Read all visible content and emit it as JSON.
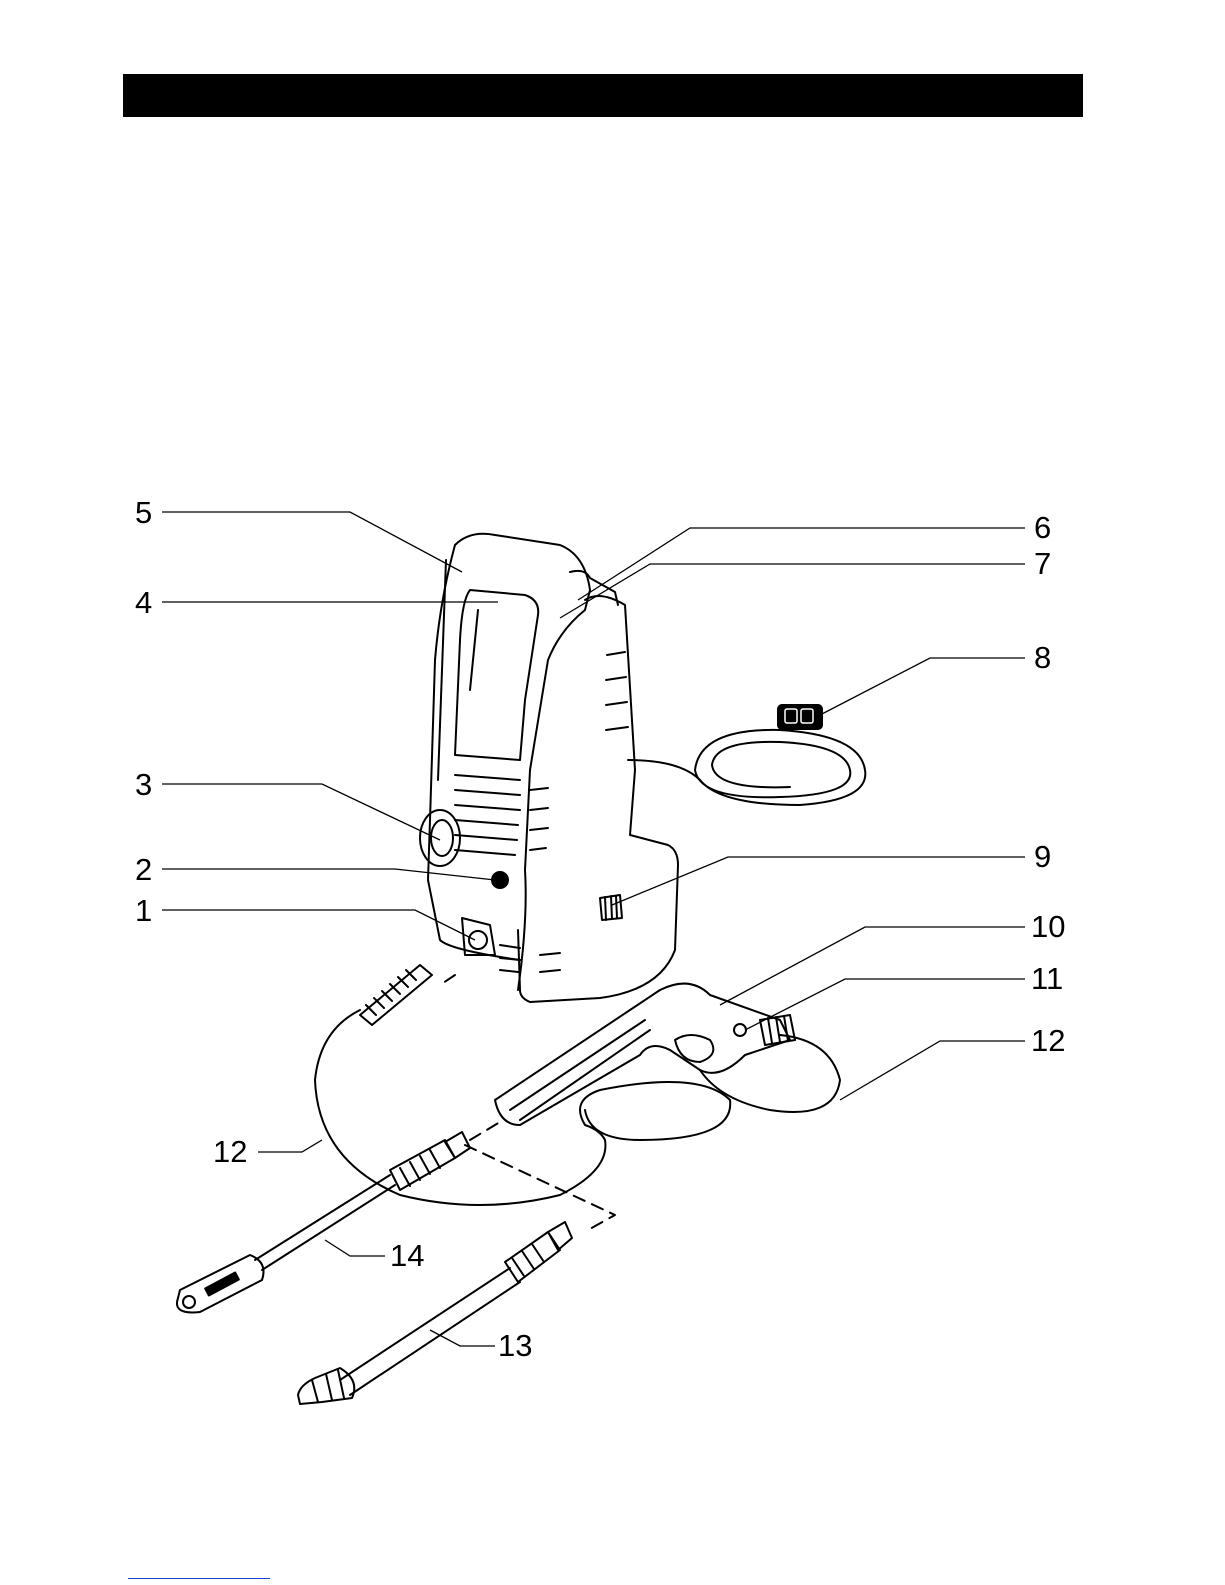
{
  "header": {
    "bar_color": "#000000"
  },
  "diagram": {
    "callouts": [
      {
        "id": "1",
        "label": "1"
      },
      {
        "id": "2",
        "label": "2"
      },
      {
        "id": "3",
        "label": "3"
      },
      {
        "id": "4",
        "label": "4"
      },
      {
        "id": "5",
        "label": "5"
      },
      {
        "id": "6",
        "label": "6"
      },
      {
        "id": "7",
        "label": "7"
      },
      {
        "id": "8",
        "label": "8"
      },
      {
        "id": "9",
        "label": "9"
      },
      {
        "id": "10",
        "label": "10"
      },
      {
        "id": "11",
        "label": "11"
      },
      {
        "id": "12a",
        "label": "12"
      },
      {
        "id": "12b",
        "label": "12"
      },
      {
        "id": "13",
        "label": "13"
      },
      {
        "id": "14",
        "label": "14"
      }
    ]
  },
  "footer": {
    "link_color": "#1a3fd6"
  }
}
